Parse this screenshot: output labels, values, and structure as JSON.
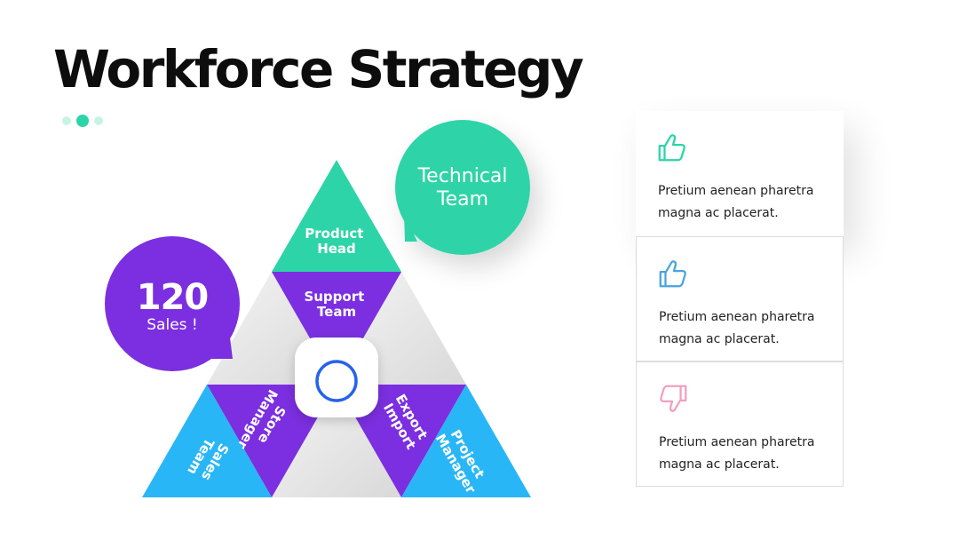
{
  "header": {
    "title": "Workforce Strategy"
  },
  "bubbles": {
    "sales": {
      "value": "120",
      "label": "Sales !",
      "color": "#7b2fe0"
    },
    "technical": {
      "label_line1": "Technical",
      "label_line2": "Team",
      "color": "#2dd4a7"
    }
  },
  "pyramid": {
    "segments": [
      {
        "line1": "Product",
        "line2": "Head",
        "color": "#2dd4a7"
      },
      {
        "line1": "Support",
        "line2": "Team",
        "color": "#7b2fe0"
      },
      {
        "line1": "Store",
        "line2": "Manager",
        "color": "#7b2fe0"
      },
      {
        "line1": "Export",
        "line2": "Import",
        "color": "#7b2fe0"
      },
      {
        "line1": "Sales",
        "line2": "Team",
        "color": "#29b6f6"
      },
      {
        "line1": "Project",
        "line2": "Manager",
        "color": "#29b6f6"
      }
    ],
    "center_icon": "moon-logo-icon"
  },
  "cards": [
    {
      "icon": "thumbs-up-icon",
      "icon_color": "#2dd4a7",
      "text_line1": "Pretium aenean pharetra",
      "text_line2": "magna ac placerat."
    },
    {
      "icon": "thumbs-up-icon",
      "icon_color": "#4aa3e0",
      "text_line1": "Pretium aenean pharetra",
      "text_line2": "magna ac placerat."
    },
    {
      "icon": "thumbs-down-icon",
      "icon_color": "#f0a0c0",
      "text_line1": "Pretium aenean pharetra",
      "text_line2": "magna ac placerat."
    }
  ]
}
